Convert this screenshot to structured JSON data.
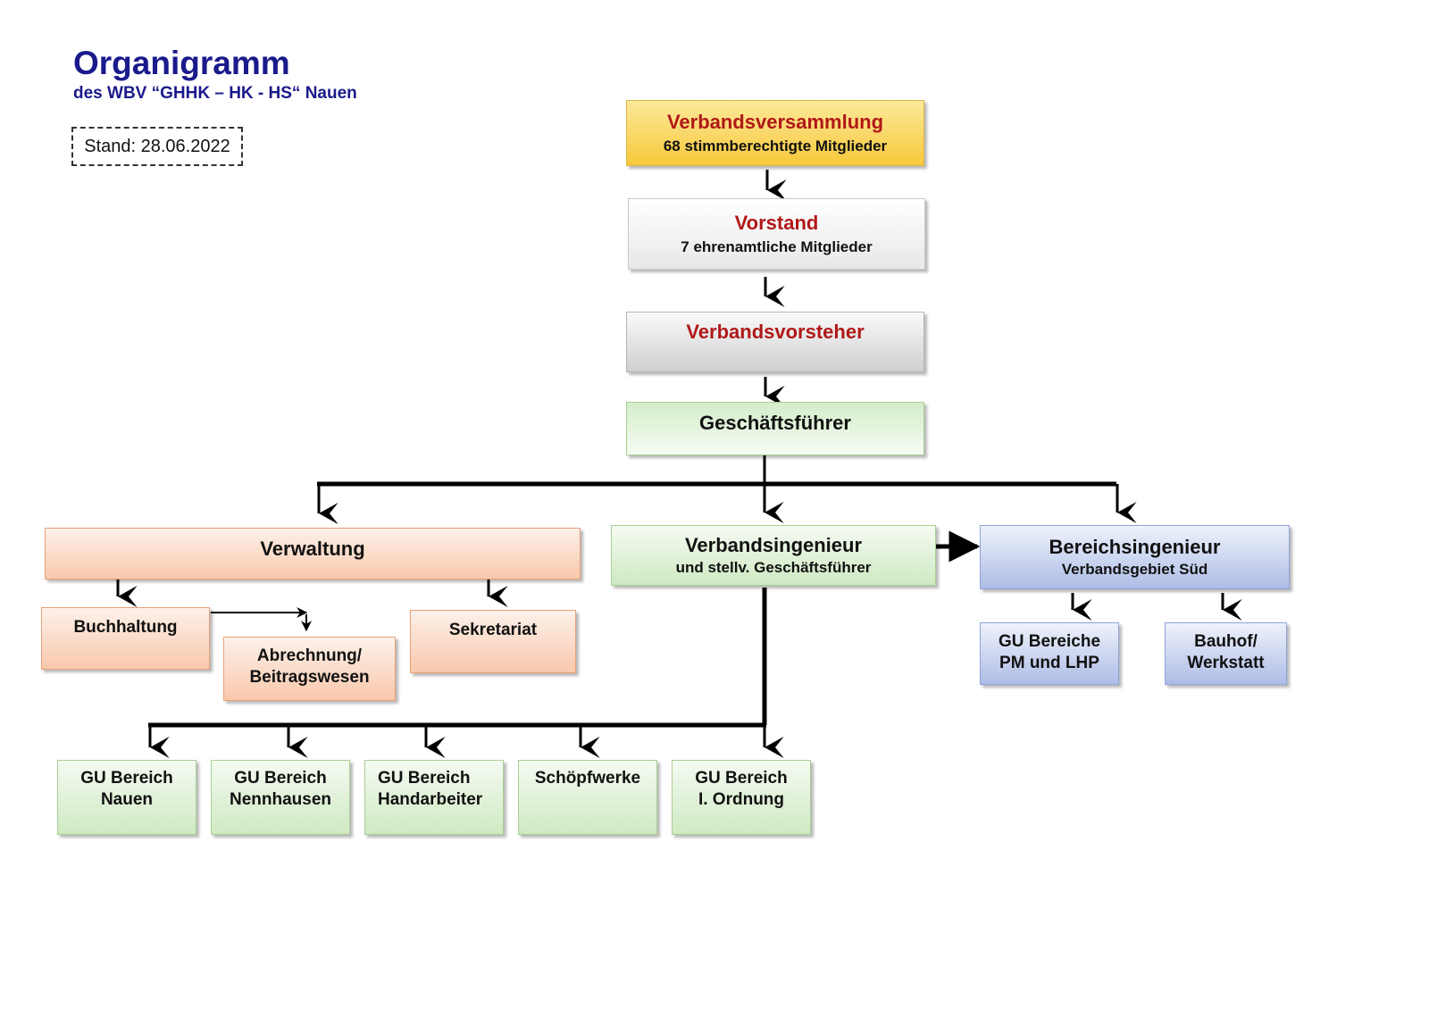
{
  "header": {
    "title": "Organigramm",
    "subtitle": "des WBV “GHHK – HK - HS“ Nauen",
    "stand": "Stand: 28.06.2022"
  },
  "nodes": {
    "verbandsversammlung": {
      "title": "Verbandsversammlung",
      "subtitle": "68 stimmberechtigte Mitglieder"
    },
    "vorstand": {
      "title": "Vorstand",
      "subtitle": "7 ehrenamtliche Mitglieder"
    },
    "verbandsvorsteher": {
      "title": "Verbandsvorsteher"
    },
    "geschaeftsfuehrer": {
      "title": "Geschäftsführer"
    },
    "verwaltung": {
      "title": "Verwaltung"
    },
    "verbandsingenieur": {
      "title": "Verbandsingenieur",
      "subtitle": "und stellv. Geschäftsführer"
    },
    "bereichsingenieur": {
      "title": "Bereichsingenieur",
      "subtitle": "Verbandsgebiet Süd"
    },
    "buchhaltung": {
      "title": "Buchhaltung"
    },
    "abrechnung": {
      "line1": "Abrechnung/",
      "line2": "Beitragswesen"
    },
    "sekretariat": {
      "title": "Sekretariat"
    },
    "gu_bereiche_pm": {
      "line1": "GU Bereiche",
      "line2": "PM und LHP"
    },
    "bauhof": {
      "line1": "Bauhof/",
      "line2": "Werkstatt"
    },
    "gu_nauen": {
      "line1": "GU Bereich",
      "line2": "Nauen"
    },
    "gu_nennhausen": {
      "line1": "GU Bereich",
      "line2": "Nennhausen"
    },
    "gu_handarbeiter": {
      "line1": "GU Bereich",
      "line2": "Handarbeiter"
    },
    "schoepfwerke": {
      "title": "Schöpfwerke"
    },
    "gu_ordnung": {
      "line1": "GU Bereich",
      "line2": "I. Ordnung"
    }
  },
  "colors": {
    "title": "#1a1a8c",
    "heading_red": "#b01818",
    "yellow": "#f7c83b",
    "green": "#cfe9c2",
    "orange": "#f9c8ac",
    "blue": "#aebde6",
    "grey": "#cfcfcf"
  }
}
